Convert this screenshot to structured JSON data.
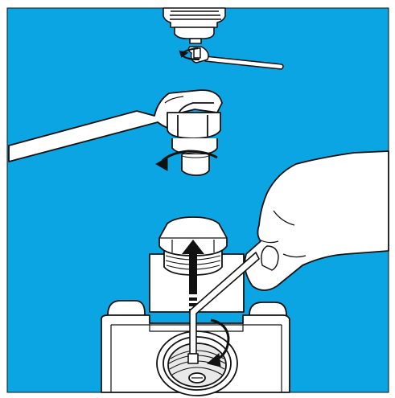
{
  "illustration": {
    "colors": {
      "background": "#0aa5e2",
      "frame": "#ffffff",
      "line": "#111111",
      "part_fill": "#ffffff",
      "shade": "#d8d8d8"
    },
    "steps": [
      {
        "part": "nozzle-with-small-wrench",
        "action": "rotate-counterclockwise",
        "icon": "rotate-arrow-icon"
      },
      {
        "part": "nut-with-open-end-wrench",
        "action": "rotate-counterclockwise",
        "icon": "rotate-arrow-icon"
      },
      {
        "part": "valve-cap",
        "action": "lift-up",
        "icon": "up-arrow-icon"
      },
      {
        "part": "hex-key-in-valve-seat",
        "action": "rotate",
        "icon": "rotate-arrow-icon"
      }
    ]
  }
}
